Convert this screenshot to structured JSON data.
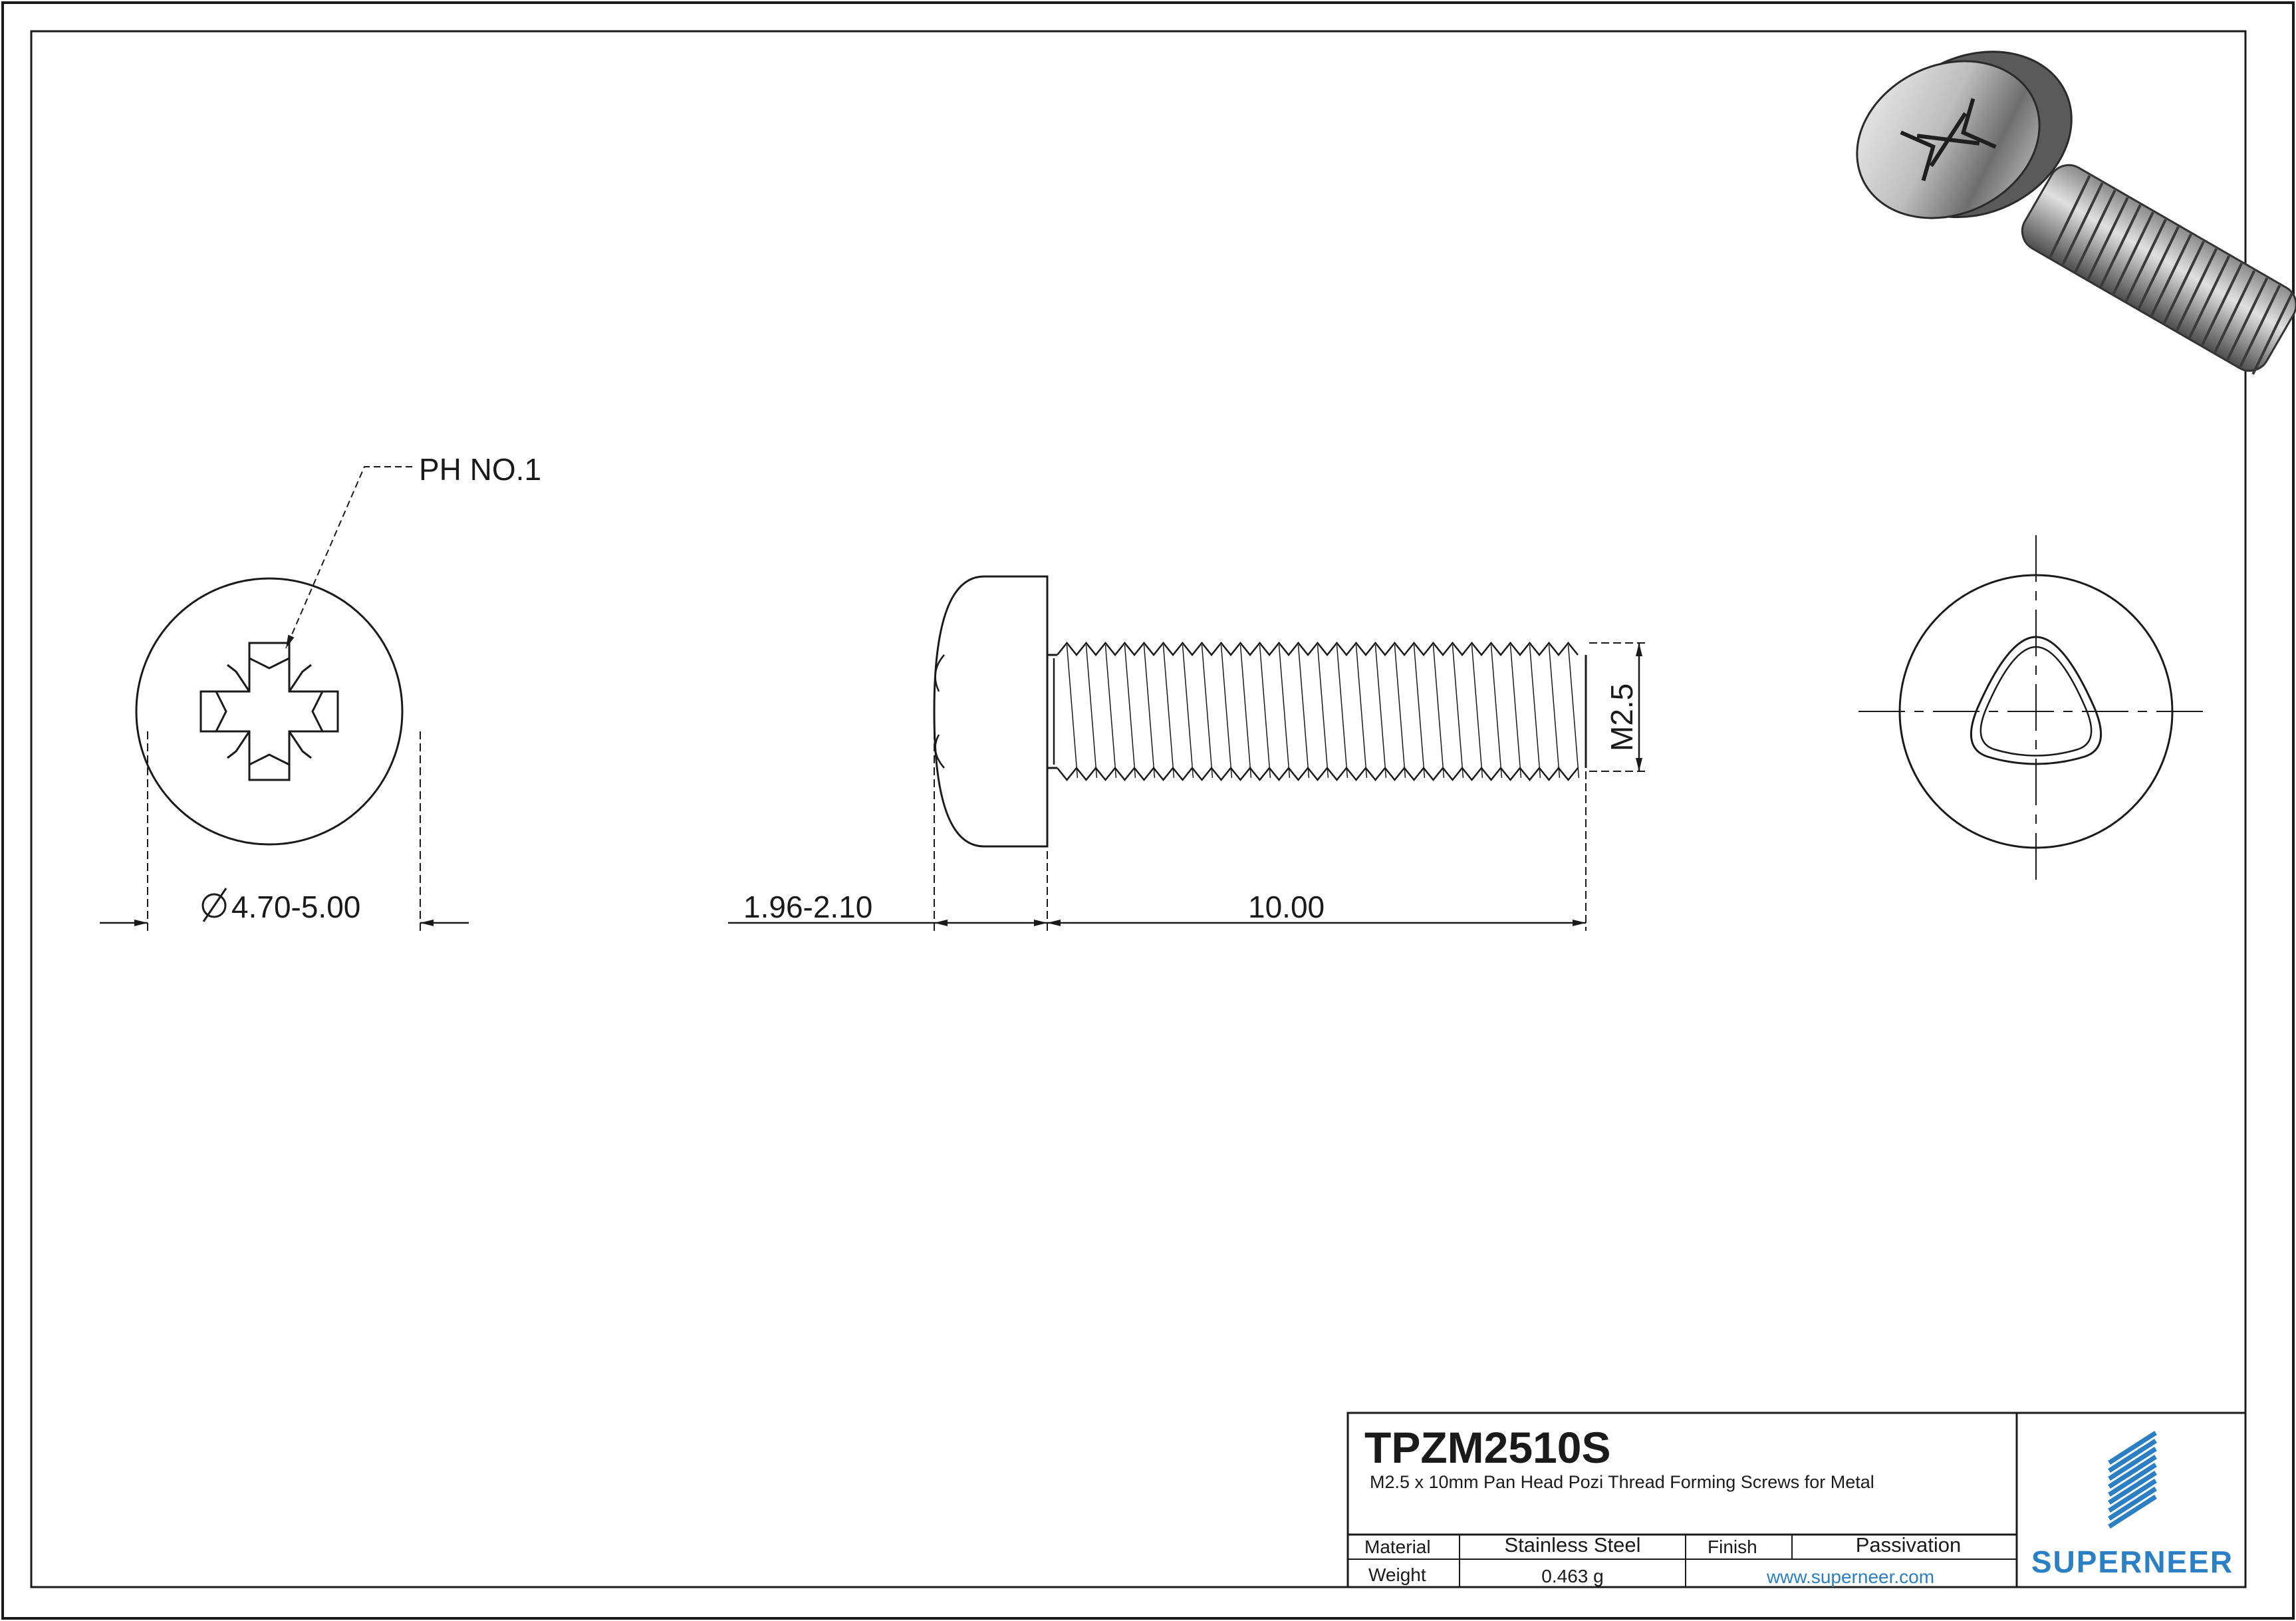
{
  "drawing": {
    "callout_label": "PH NO.1",
    "dim_diameter": "4.70-5.00",
    "dim_head_height": "1.96-2.10",
    "dim_length": "10.00",
    "dim_thread": "M2.5"
  },
  "title_block": {
    "part_number": "TPZM2510S",
    "description": "M2.5 x 10mm Pan Head Pozi Thread Forming Screws for Metal",
    "material_label": "Material",
    "material_value": "Stainless Steel",
    "finish_label": "Finish",
    "finish_value": "Passivation",
    "weight_label": "Weight",
    "weight_value": "0.463 g",
    "website": "www.superneer.com",
    "brand": "SUPERNEER"
  },
  "colors": {
    "line": "#1a1a1a",
    "brand_blue": "#2b7fc4"
  },
  "icons": {
    "diameter_symbol": "diameter-symbol-icon",
    "logo": "superneer-stripes-logo-icon",
    "render": "screw-3d-render-icon"
  }
}
